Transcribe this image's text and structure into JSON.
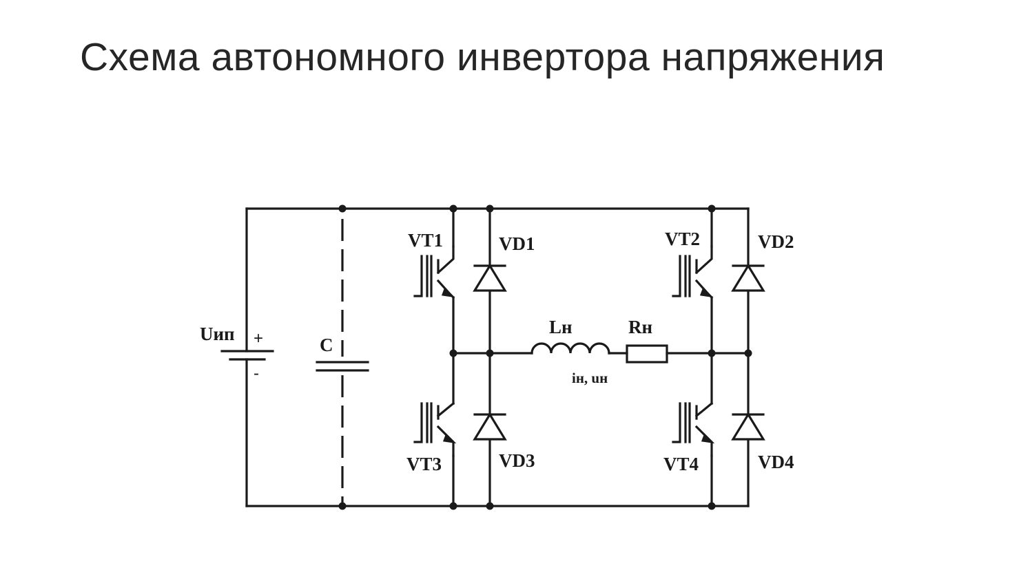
{
  "slide": {
    "title": "Схема автономного инвертора напряжения"
  },
  "circuit": {
    "source": {
      "label": "Uип",
      "plus": "+",
      "minus": "-"
    },
    "capacitor": {
      "label": "C"
    },
    "transistors": {
      "vt1": "VT1",
      "vt2": "VT2",
      "vt3": "VT3",
      "vt4": "VT4"
    },
    "diodes": {
      "vd1": "VD1",
      "vd2": "VD2",
      "vd3": "VD3",
      "vd4": "VD4"
    },
    "load": {
      "inductor": "Lн",
      "resistor": "Rн",
      "current_voltage": "iн, uн"
    }
  }
}
